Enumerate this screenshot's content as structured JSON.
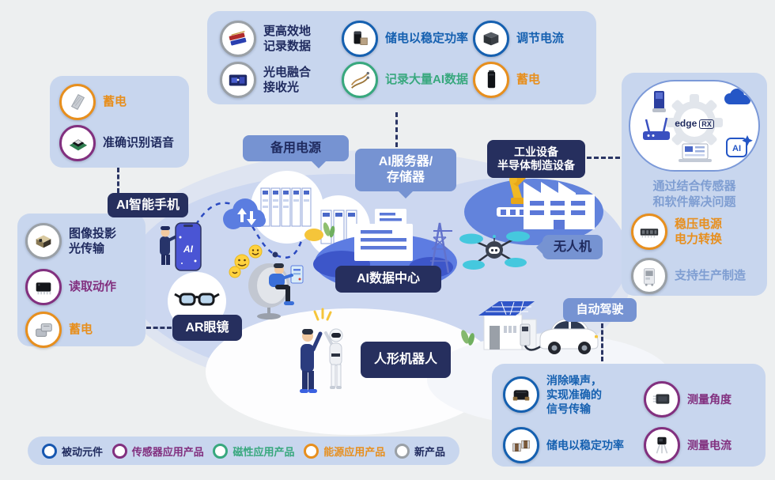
{
  "palette": {
    "navy": "#1f2a5e",
    "blue": "#1560b0",
    "green": "#38a87e",
    "orange": "#e78f1e",
    "purple": "#82307f",
    "steel": "#7f9ed2",
    "box_bg": "#c8d6ee",
    "tag_dark": "#262f5e",
    "tag_blue": "#7693d2"
  },
  "boxes": {
    "top": {
      "items": [
        {
          "icon": "memory-modules-icon",
          "label": "更高效地\n记录数据"
        },
        {
          "icon": "photoelectric-chip-icon",
          "label": "光电融合\n接收光"
        },
        {
          "icon": "capacitor-icon",
          "label": "储电以稳定功率"
        },
        {
          "icon": "wire-icon",
          "label": "记录大量AI数据"
        },
        {
          "icon": "power-module-icon",
          "label": "调节电流"
        },
        {
          "icon": "battery-icon",
          "label": "蓄电"
        }
      ]
    },
    "top_left": {
      "items": [
        {
          "icon": "battery-sheet-icon",
          "label": "蓄电"
        },
        {
          "icon": "mems-mic-icon",
          "label": "准确识别语音"
        }
      ]
    },
    "left": {
      "items": [
        {
          "icon": "laser-module-icon",
          "label": "图像投影\n光传输"
        },
        {
          "icon": "ic-chip-icon",
          "label": "读取动作"
        },
        {
          "icon": "stacked-battery-icon",
          "label": "蓄电"
        }
      ]
    },
    "right": {
      "logo_edge": "edge",
      "logo_rx": "RX",
      "ai_badge": "AI",
      "description": "通过结合传感器\n和软件解决问题",
      "items": [
        {
          "icon": "power-board-icon",
          "label": "稳压电源\n电力转换"
        },
        {
          "icon": "production-machine-icon",
          "label": "支持生产制造"
        }
      ]
    },
    "bottom_right": {
      "items": [
        {
          "icon": "inductor-icon",
          "label": "消除噪声，\n实现准确的\n信号传输"
        },
        {
          "icon": "capacitor-pair-icon",
          "label": "储电以稳定功率"
        },
        {
          "icon": "sensor-chip-icon",
          "label": "测量角度"
        },
        {
          "icon": "transistor-icon",
          "label": "测量电流"
        }
      ]
    }
  },
  "scene": {
    "labels": {
      "ai_smartphone": "AI智能手机",
      "backup_power": "备用电源",
      "ai_server": "AI服务器/\n存储器",
      "industrial": "工业设备\n半导体制造设备",
      "drone": "无人机",
      "ai_datacenter": "AI数据中心",
      "ar_glasses": "AR眼镜",
      "humanoid_robot": "人形机器人",
      "autonomous_driving": "自动驾驶"
    },
    "phone_label": "AI"
  },
  "legend": {
    "items": [
      {
        "label": "被动元件",
        "color": "#1757b0"
      },
      {
        "label": "传感器应用产品",
        "color": "#82307f"
      },
      {
        "label": "磁性应用产品",
        "color": "#38a87e"
      },
      {
        "label": "能源应用产品",
        "color": "#e78f1e"
      },
      {
        "label": "新产品",
        "color": "#9aa0a6"
      }
    ]
  }
}
